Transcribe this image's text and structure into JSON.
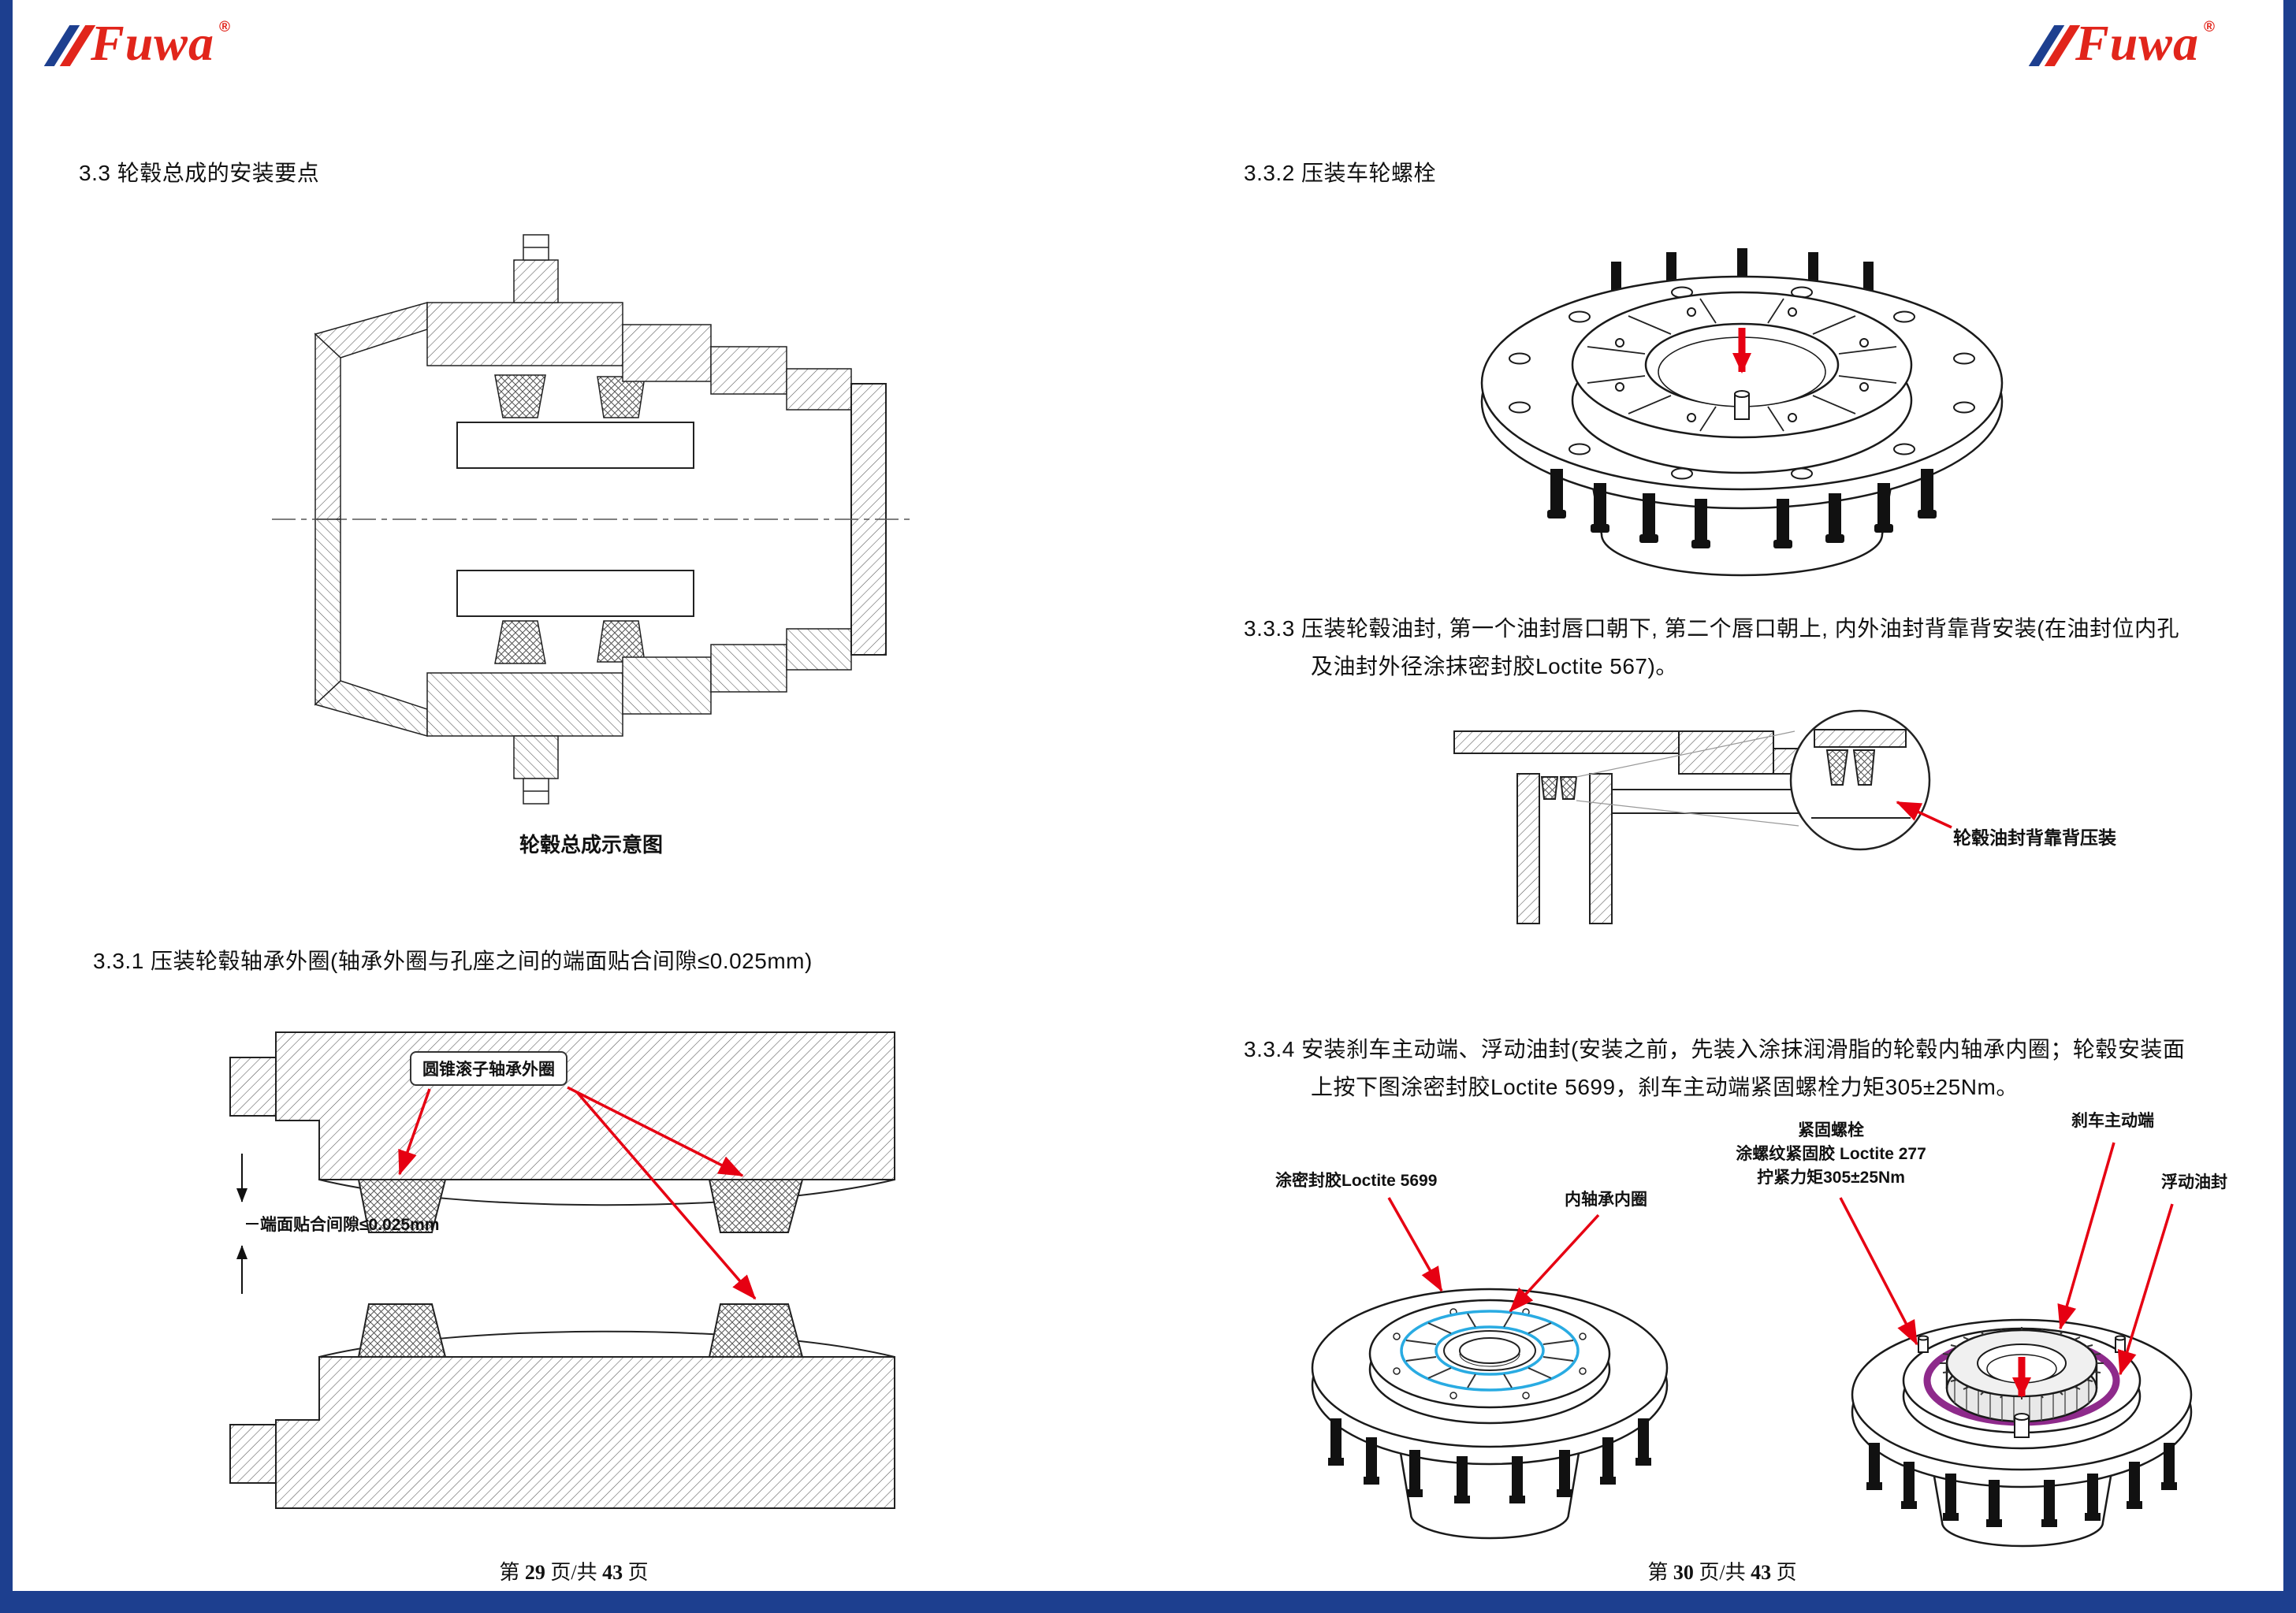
{
  "brand": {
    "name": "Fuwa",
    "registered": "®"
  },
  "colors": {
    "border_blue": "#1d3f8f",
    "logo_red": "#e1251b",
    "arrow_red": "#e60012",
    "bearing_highlight_cyan": "#29abe2",
    "seal_purple": "#8e2a8b"
  },
  "left_page": {
    "section_3_3": "3.3 轮毂总成的安装要点",
    "figure_hub_assembly": {
      "caption": "轮毂总成示意图"
    },
    "section_3_3_1": "3.3.1 压装轮毂轴承外圈(轴承外圈与孔座之间的端面贴合间隙≤0.025mm)",
    "figure_bearing_seat": {
      "label_bearing_outer_ring": "圆锥滚子轴承外圈",
      "label_end_face_gap": "端面贴合间隙≤0.025mm"
    },
    "footer": {
      "word_page": "第",
      "page_number": "29",
      "word_of": "页/共",
      "total_pages": "43",
      "word_pages": "页"
    }
  },
  "right_page": {
    "section_3_3_2": "3.3.2 压装车轮螺栓",
    "section_3_3_3": {
      "line1": "3.3.3 压装轮毂油封, 第一个油封唇口朝下, 第二个唇口朝上, 内外油封背靠背安装(在油封位内孔",
      "line2": "及油封外径涂抹密封胶Loctite 567)。"
    },
    "figure_oil_seal": {
      "label_back_to_back": "轮毂油封背靠背压装"
    },
    "section_3_3_4": {
      "line1": "3.3.4 安装刹车主动端、浮动油封(安装之前，先装入涂抹润滑脂的轮毂内轴承内圈；轮毂安装面",
      "line2": "上按下图涂密封胶Loctite 5699，刹车主动端紧固螺栓力矩305±25Nm。"
    },
    "figure_sealant_hub": {
      "label_sealant": "涂密封胶Loctite 5699",
      "label_inner_bearing": "内轴承内圈"
    },
    "figure_brake_hub": {
      "label_bolt_line1": "紧固螺栓",
      "label_bolt_line2": "涂螺纹紧固胶 Loctite 277",
      "label_bolt_line3": "拧紧力矩305±25Nm",
      "label_brake_end": "刹车主动端",
      "label_floating_seal": "浮动油封"
    },
    "footer": {
      "word_page": "第",
      "page_number": "30",
      "word_of": "页/共",
      "total_pages": "43",
      "word_pages": "页"
    }
  }
}
